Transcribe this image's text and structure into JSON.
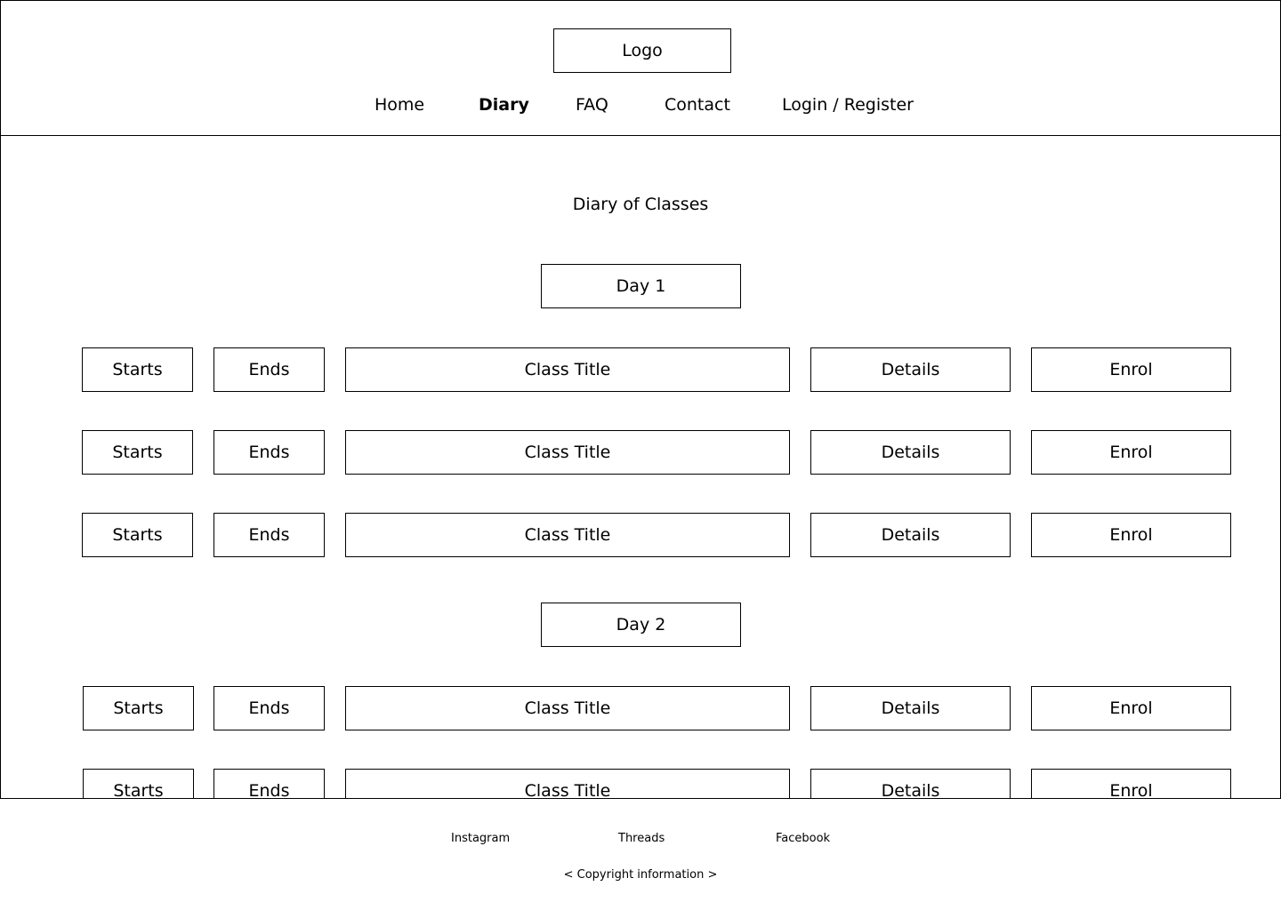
{
  "header": {
    "logo": "Logo",
    "nav": {
      "home": "Home",
      "diary": "Diary",
      "faq": "FAQ",
      "contact": "Contact",
      "login": "Login / Register"
    }
  },
  "main": {
    "title": "Diary of Classes",
    "days": [
      {
        "label": "Day 1",
        "rows": [
          {
            "starts": "Starts",
            "ends": "Ends",
            "title": "Class Title",
            "details": "Details",
            "enrol": "Enrol"
          },
          {
            "starts": "Starts",
            "ends": "Ends",
            "title": "Class Title",
            "details": "Details",
            "enrol": "Enrol"
          },
          {
            "starts": "Starts",
            "ends": "Ends",
            "title": "Class Title",
            "details": "Details",
            "enrol": "Enrol"
          }
        ]
      },
      {
        "label": "Day 2",
        "rows": [
          {
            "starts": "Starts",
            "ends": "Ends",
            "title": "Class Title",
            "details": "Details",
            "enrol": "Enrol"
          },
          {
            "starts": "Starts",
            "ends": "Ends",
            "title": "Class Title",
            "details": "Details",
            "enrol": "Enrol"
          }
        ]
      }
    ]
  },
  "footer": {
    "social": {
      "instagram": "Instagram",
      "threads": "Threads",
      "facebook": "Facebook"
    },
    "copyright": "< Copyright information >"
  }
}
